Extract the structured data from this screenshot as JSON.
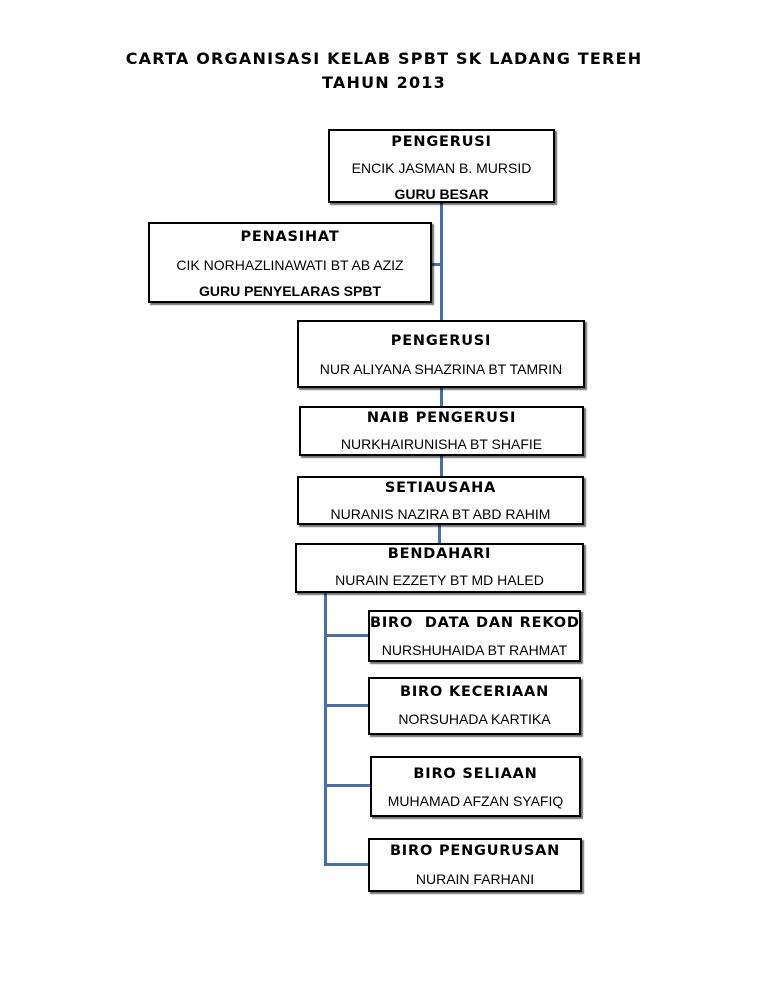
{
  "title": {
    "line1": "CARTA ORGANISASI KELAB SPBT SK LADANG TEREH",
    "line2": "TAHUN 2013"
  },
  "colors": {
    "connector": "#4a6fa5",
    "border": "#000000"
  },
  "nodes": {
    "guru_besar": {
      "role": "PENGERUSI",
      "name": "ENCIK JASMAN B. MURSID",
      "sub": "GURU BESAR"
    },
    "penasihat": {
      "role": "PENASIHAT",
      "name": "CIK NORHAZLINAWATI BT AB AZIZ",
      "sub": "GURU PENYELARAS SPBT"
    },
    "pengerusi": {
      "role": "PENGERUSI",
      "name": "NUR ALIYANA SHAZRINA BT TAMRIN"
    },
    "naib_pengerusi": {
      "role": "NAIB PENGERUSI",
      "name": "NURKHAIRUNISHA BT SHAFIE"
    },
    "setiausaha": {
      "role": "SETIAUSAHA",
      "name": "NURANIS NAZIRA BT ABD RAHIM"
    },
    "bendahari": {
      "role": "BENDAHARI",
      "name": "NURAIN EZZETY BT MD HALED"
    },
    "biro_data": {
      "role": "BIRO  DATA DAN REKOD",
      "name": "NURSHUHAIDA BT RAHMAT"
    },
    "biro_keceriaan": {
      "role": "BIRO KECERIAAN",
      "name": "NORSUHADA KARTIKA"
    },
    "biro_seliaan": {
      "role": "BIRO SELIAAN",
      "name": "MUHAMAD AFZAN SYAFIQ"
    },
    "biro_pengurusan": {
      "role": "BIRO PENGURUSAN",
      "name": "NURAIN FARHANI"
    }
  }
}
